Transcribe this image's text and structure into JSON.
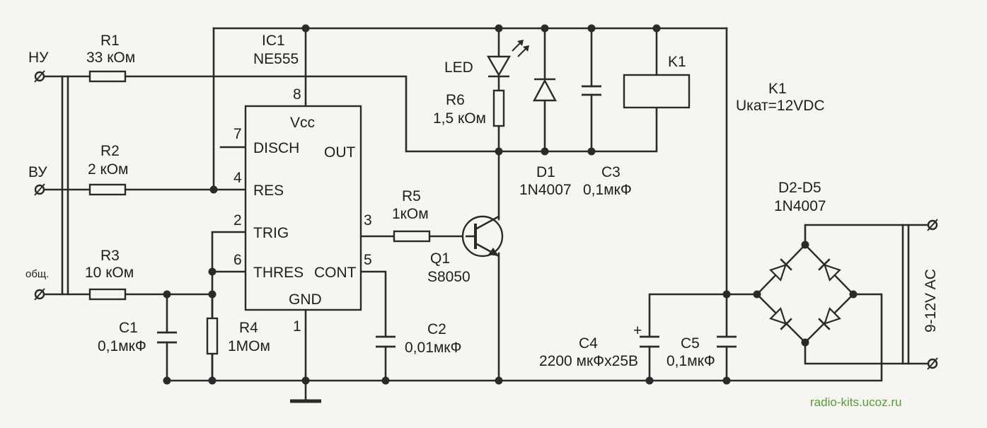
{
  "terminals": {
    "input_low": "НУ",
    "input_high": "ВУ",
    "common": "общ.",
    "ac_input": "9-12V AC"
  },
  "resistors": {
    "r1": {
      "ref": "R1",
      "value": "33 кОм"
    },
    "r2": {
      "ref": "R2",
      "value": "2 кОм"
    },
    "r3": {
      "ref": "R3",
      "value": "10 кОм"
    },
    "r4": {
      "ref": "R4",
      "value": "1МОм"
    },
    "r5": {
      "ref": "R5",
      "value": "1кОм"
    },
    "r6": {
      "ref": "R6",
      "value": "1,5 кОм"
    }
  },
  "capacitors": {
    "c1": {
      "ref": "C1",
      "value": "0,1мкФ"
    },
    "c2": {
      "ref": "C2",
      "value": "0,01мкФ"
    },
    "c3": {
      "ref": "C3",
      "value": "0,1мкФ"
    },
    "c4": {
      "ref": "C4",
      "value": "2200 мкФх25В",
      "polarity": "+"
    },
    "c5": {
      "ref": "C5",
      "value": "0,1мкФ"
    }
  },
  "ic": {
    "ref": "IC1",
    "part": "NE555",
    "vcc": "Vcc",
    "gnd": "GND",
    "pins": {
      "disch": {
        "name": "DISCH",
        "num": "7"
      },
      "res": {
        "name": "RES",
        "num": "4"
      },
      "trig": {
        "name": "TRIG",
        "num": "2"
      },
      "thres": {
        "name": "THRES",
        "num": "6"
      },
      "out": {
        "name": "OUT",
        "num": "3"
      },
      "cont": {
        "name": "CONT",
        "num": "5"
      },
      "vcc": {
        "num": "8"
      },
      "gnd": {
        "num": "1"
      }
    }
  },
  "transistor": {
    "ref": "Q1",
    "part": "S8050"
  },
  "led": {
    "ref": "LED"
  },
  "diode": {
    "ref": "D1",
    "part": "1N4007"
  },
  "bridge": {
    "ref": "D2-D5",
    "part": "1N4007"
  },
  "relay": {
    "ref": "K1",
    "note_ref": "K1",
    "note_value": "Uкат=12VDC"
  },
  "watermark": {
    "text": "radio-kits.ucoz.ru",
    "color": "#5a9a3a"
  },
  "colors": {
    "ink": "#2a2a2a",
    "paper": "#f6f5f1"
  }
}
